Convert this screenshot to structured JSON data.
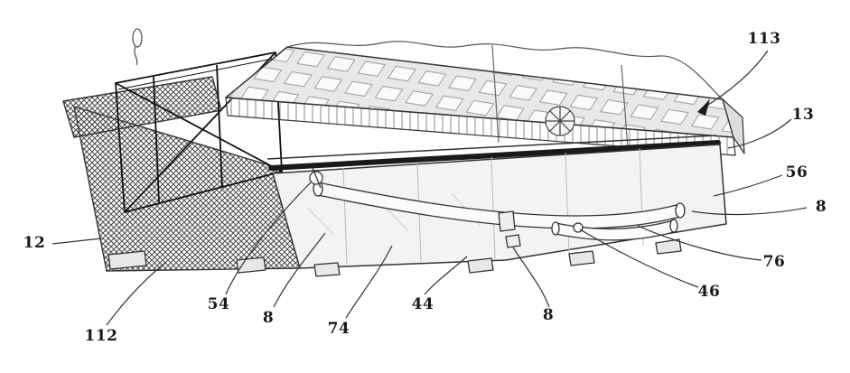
{
  "labels": [
    {
      "text": "12"
    },
    {
      "text": "112"
    },
    {
      "text": "54"
    },
    {
      "text": "8"
    },
    {
      "text": "74"
    },
    {
      "text": "44"
    },
    {
      "text": "8"
    },
    {
      "text": "46"
    },
    {
      "text": "76"
    },
    {
      "text": "8"
    },
    {
      "text": "56"
    },
    {
      "text": "13"
    },
    {
      "text": "113"
    }
  ],
  "colors": {
    "ink": "#1f1f1f",
    "background": "#ffffff",
    "hatch": "#4a4a4a",
    "light_fill": "#f3f3f3"
  }
}
